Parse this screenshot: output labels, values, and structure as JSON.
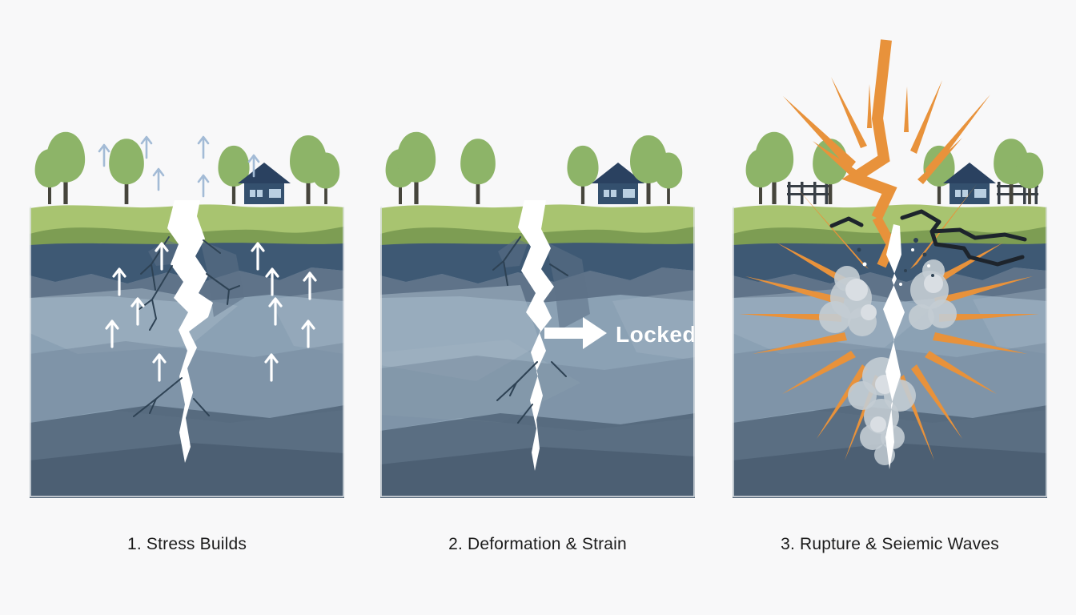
{
  "panels": [
    {
      "id": "stress-builds",
      "caption": "1. Stress Builds"
    },
    {
      "id": "deformation-strain",
      "caption": "2. Deformation & Strain",
      "annotation": "Locked"
    },
    {
      "id": "rupture-seismic-waves",
      "caption": "3. Rupture & Seiemic Waves"
    }
  ],
  "colors": {
    "bg": "#f8f8f9",
    "panelEdge": "#e2e6e9",
    "caption": "#1b1b1b",
    "grassLight": "#a8c470",
    "grassDark": "#7d9d53",
    "soilBand": "#3e5974",
    "rockBase": "#8ba1b4",
    "rockLight": "#a2b4c3",
    "rockMid": "#74889b",
    "rockDark": "#5d7187",
    "rockDeep": "#4a5d71",
    "rockJag": "#5f7389",
    "treeLeaf": "#8db468",
    "trunk": "#46453c",
    "houseBody": "#34506e",
    "houseRoof": "#2a4160",
    "houseWindow": "#b9cfe2",
    "arrowSky": "#a3bbd6",
    "arrowWhite": "#ffffff",
    "crackWhite": "#ffffff",
    "fracture": "#2e4254",
    "orange": "#e8923b",
    "smoke": "#c3ccd3",
    "smokeLight": "#d9dee3",
    "blackCrack": "#1d242c",
    "fence": "#383f46"
  }
}
